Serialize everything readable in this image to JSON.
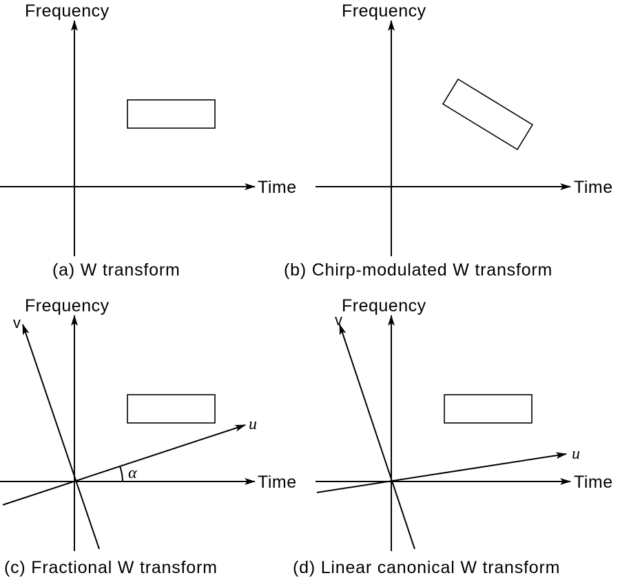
{
  "axes": {
    "frequency_label": "Frequency",
    "time_label": "Time",
    "u_label": "u",
    "v_label": "v",
    "angle_label": "α"
  },
  "panels": [
    {
      "caption": "(a) W transform"
    },
    {
      "caption": "(b) Chirp-modulated W transform"
    },
    {
      "caption": "(c) Fractional W transform"
    },
    {
      "caption": "(d) Linear canonical W transform"
    }
  ],
  "colors": {
    "stroke": "#000000",
    "background": "#ffffff"
  }
}
